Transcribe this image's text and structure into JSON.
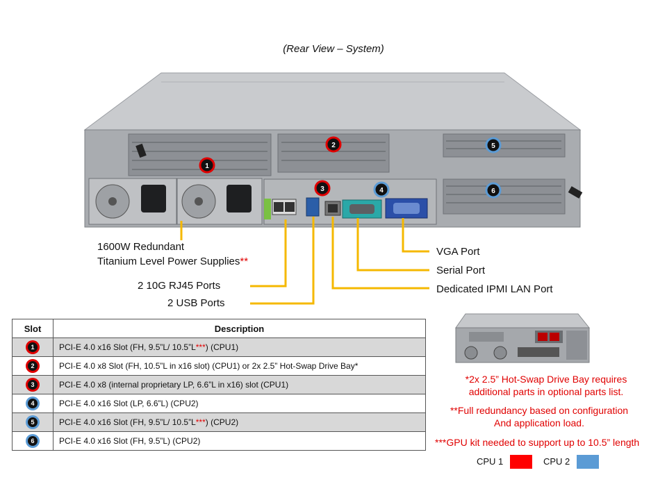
{
  "title": "(Rear View – System)",
  "callouts": {
    "psu_line1": "1600W Redundant",
    "psu_line2": "Titanium  Level Power Supplies",
    "psu_mark": "**",
    "rj45": "2 10G RJ45 Ports",
    "usb": "2 USB Ports",
    "vga": "VGA Port",
    "serial": "Serial Port",
    "ipmi": "Dedicated IPMI  LAN Port"
  },
  "chassis_markers": [
    "1",
    "2",
    "3",
    "4",
    "5",
    "6"
  ],
  "table": {
    "headers": {
      "slot": "Slot",
      "description": "Description"
    },
    "rows": [
      {
        "slot": "1",
        "cpu": "CPU1",
        "text_a": "PCI-E 4.0 x16 Slot (FH, 9.5”L/ 10.5”L",
        "mark": "***",
        "text_b": ") (CPU1)"
      },
      {
        "slot": "2",
        "cpu": "CPU1",
        "text_a": "PCI-E 4.0 x8 Slot (FH, 10.5”L in x16 slot) (CPU1) or 2x 2.5” Hot-Swap Drive Bay*",
        "mark": "",
        "text_b": ""
      },
      {
        "slot": "3",
        "cpu": "CPU1",
        "text_a": "PCI-E 4.0 x8 (internal proprietary  LP, 6.6”L in x16) slot  (CPU1)",
        "mark": "",
        "text_b": ""
      },
      {
        "slot": "4",
        "cpu": "CPU2",
        "text_a": "PCI-E 4.0 x16 Slot (LP, 6.6”L) (CPU2)",
        "mark": "",
        "text_b": ""
      },
      {
        "slot": "5",
        "cpu": "CPU2",
        "text_a": "PCI-E 4.0 x16 Slot (FH, 9.5”L/ 10.5”L",
        "mark": "***",
        "text_b": ") (CPU2)"
      },
      {
        "slot": "6",
        "cpu": "CPU2",
        "text_a": "PCI-E 4.0 x16 Slot (FH, 9.5”L) (CPU2)",
        "mark": "",
        "text_b": ""
      }
    ]
  },
  "notes": {
    "n1_line1": "*2x 2.5” Hot-Swap Drive Bay requires",
    "n1_line2": "additional parts in optional parts list.",
    "n2_line1": "**Full redundancy based on configuration",
    "n2_line2": "And application load.",
    "n3": "***GPU kit needed to support up to 10.5” length"
  },
  "legend": {
    "cpu1_label": "CPU 1",
    "cpu2_label": "CPU 2",
    "cpu1_color": "#ff0000",
    "cpu2_color": "#5b9bd5"
  }
}
